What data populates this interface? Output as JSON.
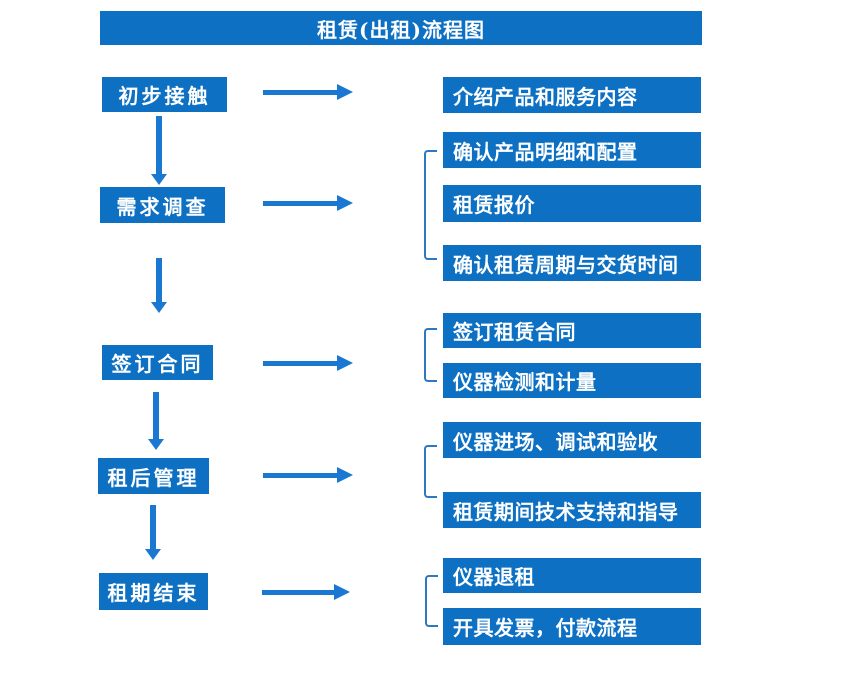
{
  "title": "租赁(出租)流程图",
  "colors": {
    "box": "#0d70c3",
    "arrow": "#1a78d2",
    "bracket": "#2e78c0",
    "text-on-blue": "#ffffff",
    "bg": "#ffffff"
  },
  "stages": [
    {
      "label": "初步接触",
      "outputs": [
        "介绍产品和服务内容"
      ]
    },
    {
      "label": "需求调查",
      "outputs": [
        "确认产品明细和配置",
        "租赁报价",
        "确认租赁周期与交货时间"
      ]
    },
    {
      "label": "签订合同",
      "outputs": [
        "签订租赁合同",
        "仪器检测和计量"
      ]
    },
    {
      "label": "租后管理",
      "outputs": [
        "仪器进场、调试和验收",
        "租赁期间技术支持和指导"
      ]
    },
    {
      "label": "租期结束",
      "outputs": [
        "仪器退租",
        "开具发票，付款流程"
      ]
    }
  ]
}
